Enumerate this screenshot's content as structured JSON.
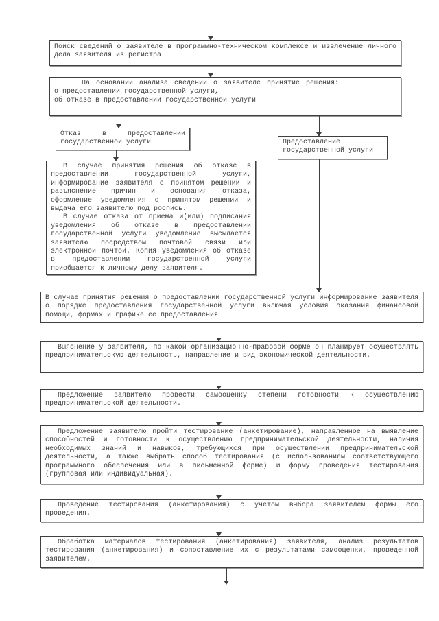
{
  "colors": {
    "ink": "#3f3f3f",
    "background": "#ffffff"
  },
  "boxes": {
    "search": {
      "text": "Поиск сведений о заявителе в программно-техническом комплексе и извлечение личного дела заявителя из регистра"
    },
    "decision": {
      "line1": "На основании анализа сведений о заявителе принятие решения:",
      "line2": "о предоставлении государственной услуги,",
      "line3": "об отказе в предоставлении государственной услуги"
    },
    "refusal": {
      "text": "Отказ в предоставлении государственной услуги"
    },
    "provision": {
      "text": "Предоставление государственной услуги"
    },
    "refusal_detail": {
      "para1": "В случае принятия решения об отказе в предоставлении государственной услуги, информирование заявителя о принятом решении и разъяснение причин и основания отказа, оформление уведомления о принятом решении и выдача его заявителю под роспись.",
      "para2": "В случае отказа от приема и(или) подписания уведомления об отказе в предоставлении государственной услуги уведомление высылается заявителю посредством почтовой связи или электронной почтой. Копия уведомления об отказе в предоставлении государственной услуги приобщается к личному делу заявителя."
    },
    "inform": {
      "text": "В случае принятия решения о предоставлении государственной услуги информирование заявителя о порядке предоставления государственной услуги включая условия оказания финансовой помощи, формах и графике ее предоставления"
    },
    "clarify": {
      "text": "Выяснение у заявителя, по какой организационно-правовой форме он планирует осуществлять предпринимательскую деятельность, направление и вид экономической деятельности."
    },
    "self_assessment": {
      "text": "Предложение заявителю провести самооценку степени готовности к осуществлению предпринимательской деятельности."
    },
    "testing_offer": {
      "text": "Предложение заявителю пройти тестирование (анкетирование), направленное на выявление способностей и готовности к осуществлению предпринимательской деятельности, наличия необходимых знаний и навыков, требующихся при осуществлении предпринимательской деятельности, а также выбрать способ тестирования (с использованием соответствующего программного обеспечения или в письменной форме) и форму проведения тестирования (групповая или индивидуальная)."
    },
    "testing": {
      "text": "Проведение тестирования (анкетирования) с учетом выбора заявителем формы его проведения."
    },
    "processing": {
      "text": "Обработка материалов тестирования (анкетирования) заявителя, анализ результатов тестирования (анкетирования) и сопоставление их с результатами самооценки, проведенной заявителем."
    }
  }
}
